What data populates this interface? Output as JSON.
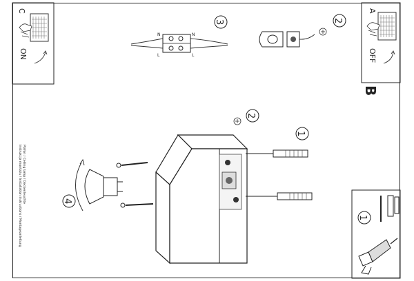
{
  "panels": {
    "c": {
      "letter": "C",
      "state": "ON"
    },
    "a": {
      "letter": "A",
      "state": "OFF"
    },
    "b": {
      "letter": "B"
    }
  },
  "steps": {
    "step1_top": "1",
    "step2_top": "2",
    "step3_top": "3",
    "step2_mid": "2",
    "step4": "4",
    "step1_tools": "1"
  },
  "wiring": {
    "n_left": "N",
    "l_left": "L",
    "n_right": "N",
    "l_right": "L"
  },
  "instructions": {
    "line1": "Instrukcja montażu / Installation instructions / Montageanleitung",
    "line2": "Plafon / Ceiling lamp / Deckenleuchte"
  },
  "icons": [
    "switch-on-icon",
    "switch-off-icon",
    "ground-symbol-icon",
    "wall-plug-icon",
    "screw-icon",
    "drill-icon",
    "gu10-bulb-icon",
    "rotate-arrow-icon"
  ]
}
